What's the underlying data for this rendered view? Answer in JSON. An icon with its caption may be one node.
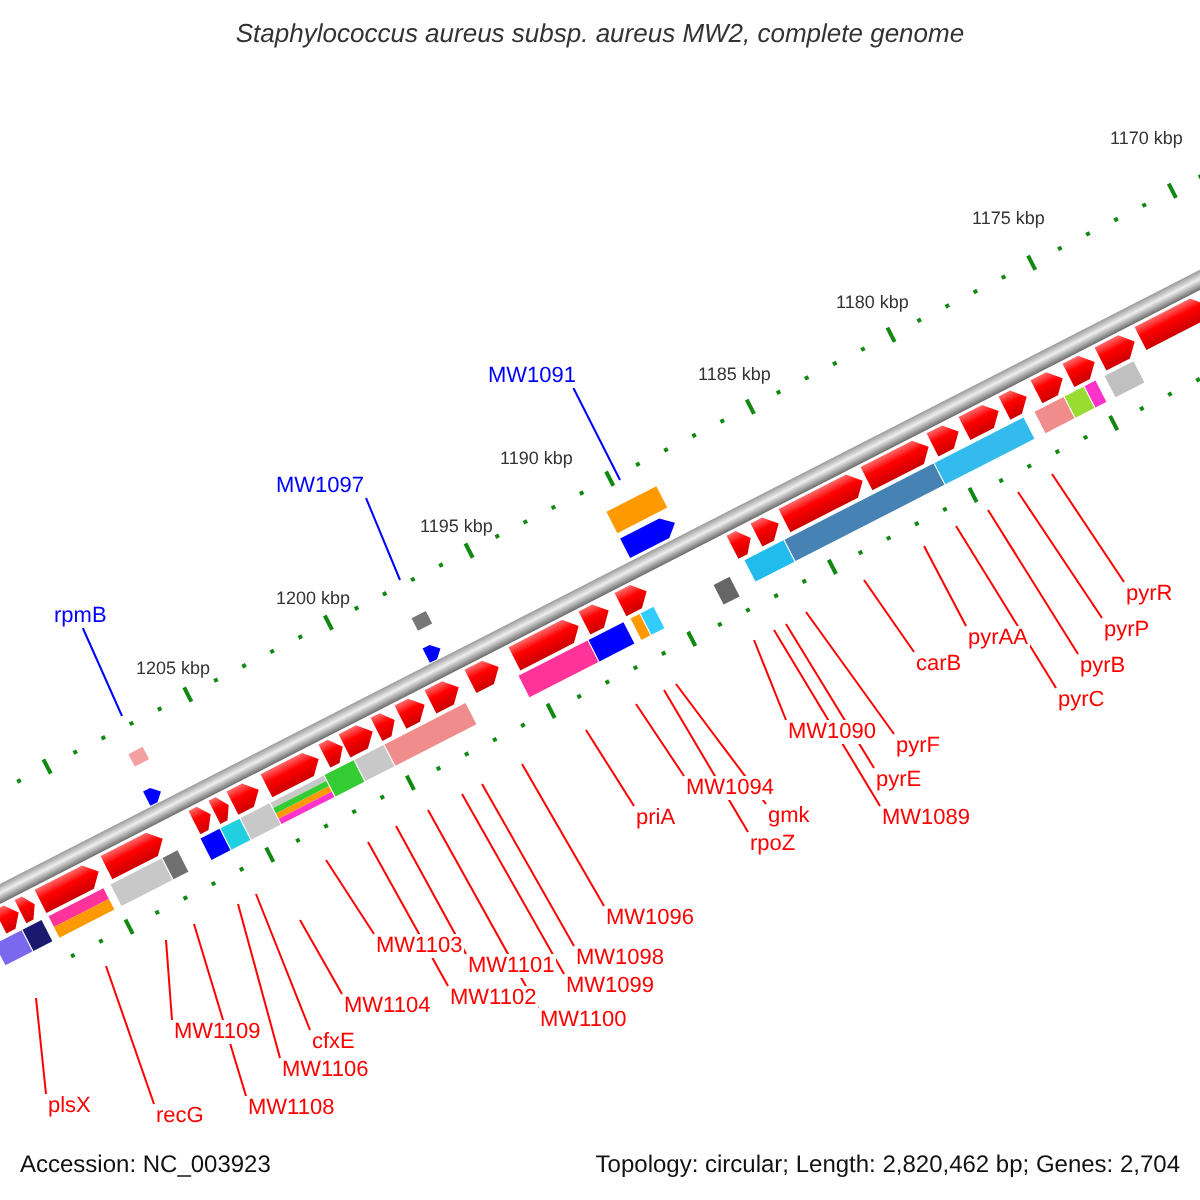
{
  "diagram": {
    "title": "Staphylococcus aureus subsp. aureus MW2, complete genome",
    "nodes": [
      {
        "text": [
          "MW1091"
        ]
      },
      {
        "text": [
          "MW1097"
        ]
      },
      {
        "text": [
          "rpmB"
        ]
      },
      {
        "text": [
          "pyrR"
        ]
      },
      {
        "text": [
          "pyrP"
        ]
      },
      {
        "text": [
          "pyrAA"
        ]
      },
      {
        "text": [
          "carB"
        ]
      },
      {
        "text": [
          "pyrB"
        ]
      },
      {
        "text": [
          "pyrC"
        ]
      },
      {
        "text": [
          "MW1090"
        ]
      },
      {
        "text": [
          "pyrF"
        ]
      },
      {
        "text": [
          "pyrE"
        ]
      },
      {
        "text": [
          "MW1094"
        ]
      },
      {
        "text": [
          "gmk"
        ]
      },
      {
        "text": [
          "priA"
        ]
      },
      {
        "text": [
          "MW1089"
        ]
      },
      {
        "text": [
          "rpoZ"
        ]
      },
      {
        "text": [
          "MW1096"
        ]
      },
      {
        "text": [
          "MW1103"
        ]
      },
      {
        "text": [
          "MW1098"
        ]
      },
      {
        "text": [
          "MW1101"
        ]
      },
      {
        "text": [
          "MW1099"
        ]
      },
      {
        "text": [
          "MW1102"
        ]
      },
      {
        "text": [
          "MW1104"
        ]
      },
      {
        "text": [
          "MW1100"
        ]
      },
      {
        "text": [
          "MW1109"
        ]
      },
      {
        "text": [
          "cfxE"
        ]
      },
      {
        "text": [
          "MW1106"
        ]
      },
      {
        "text": [
          "plsX"
        ]
      },
      {
        "text": [
          "MW1108"
        ]
      },
      {
        "text": [
          "recG"
        ]
      }
    ],
    "edges": [
      {
        "from": 0,
        "to": null,
        "arrow": "none",
        "color": "#0000ff"
      },
      {
        "from": 1,
        "to": null,
        "arrow": "none",
        "color": "#0000ff"
      },
      {
        "from": 2,
        "to": null,
        "arrow": "none",
        "color": "#0000ff"
      },
      {
        "from": 3,
        "to": null,
        "arrow": "none"
      },
      {
        "from": 4,
        "to": null,
        "arrow": "none"
      },
      {
        "from": 5,
        "to": null,
        "arrow": "none"
      },
      {
        "from": 6,
        "to": null,
        "arrow": "none"
      },
      {
        "from": 7,
        "to": null,
        "arrow": "none"
      },
      {
        "from": 8,
        "to": null,
        "arrow": "none"
      },
      {
        "from": 9,
        "to": null,
        "arrow": "none"
      },
      {
        "from": 10,
        "to": null,
        "arrow": "none"
      },
      {
        "from": 11,
        "to": null,
        "arrow": "none"
      },
      {
        "from": 12,
        "to": null,
        "arrow": "none"
      },
      {
        "from": 13,
        "to": null,
        "arrow": "none"
      },
      {
        "from": 14,
        "to": null,
        "arrow": "none"
      },
      {
        "from": 15,
        "to": null,
        "arrow": "none"
      },
      {
        "from": 16,
        "to": null,
        "arrow": "none"
      },
      {
        "from": 17,
        "to": null,
        "arrow": "none"
      },
      {
        "from": 18,
        "to": null,
        "arrow": "none"
      },
      {
        "from": 19,
        "to": null,
        "arrow": "none"
      },
      {
        "from": 20,
        "to": null,
        "arrow": "none"
      },
      {
        "from": 21,
        "to": null,
        "arrow": "none"
      },
      {
        "from": 22,
        "to": null,
        "arrow": "none"
      },
      {
        "from": 23,
        "to": null,
        "arrow": "none"
      },
      {
        "from": 24,
        "to": null,
        "arrow": "none"
      },
      {
        "from": 25,
        "to": null,
        "arrow": "none"
      },
      {
        "from": 26,
        "to": null,
        "arrow": "none"
      },
      {
        "from": 27,
        "to": null,
        "arrow": "none"
      },
      {
        "from": 28,
        "to": null,
        "arrow": "none"
      },
      {
        "from": 29,
        "to": null,
        "arrow": "none"
      },
      {
        "from": 30,
        "to": null,
        "arrow": "none"
      }
    ],
    "labels": [
      "1170 kbp",
      "1175 kbp",
      "1180 kbp",
      "1185 kbp",
      "1190 kbp",
      "1195 kbp",
      "1200 kbp",
      "1205 kbp",
      "Accession: NC_003923",
      "Topology: circular; Length: 2,820,462 bp; Genes: 2,704"
    ]
  }
}
